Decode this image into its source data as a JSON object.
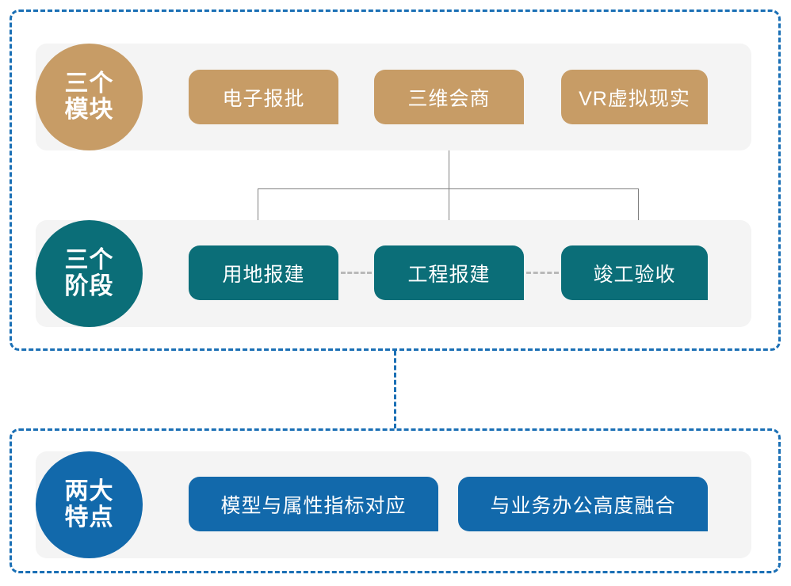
{
  "diagram": {
    "groups": [
      {
        "name": "modules-and-stages",
        "rows": [
          {
            "badge": {
              "line1": "三个",
              "line2": "模块",
              "color": "#c79c66"
            },
            "items": [
              {
                "label": "电子报批"
              },
              {
                "label": "三维会商"
              },
              {
                "label": "VR虚拟现实"
              }
            ]
          },
          {
            "badge": {
              "line1": "三个",
              "line2": "阶段",
              "color": "#0b6e78"
            },
            "items": [
              {
                "label": "用地报建"
              },
              {
                "label": "工程报建"
              },
              {
                "label": "竣工验收"
              }
            ]
          }
        ]
      },
      {
        "name": "features",
        "rows": [
          {
            "badge": {
              "line1": "两大",
              "line2": "特点",
              "color": "#1269ab"
            },
            "items": [
              {
                "label": "模型与属性指标对应"
              },
              {
                "label": "与业务办公高度融合"
              }
            ]
          }
        ]
      }
    ],
    "colors": {
      "group_border": "#1a6fb5",
      "panel_background": "#f4f4f4",
      "gold": "#c79c66",
      "teal": "#0b6e78",
      "blue": "#1269ab",
      "connector_solid": "#808080",
      "connector_dashed": "#b9b9b9",
      "card_text": "#ffffff",
      "page_background": "#ffffff"
    }
  }
}
